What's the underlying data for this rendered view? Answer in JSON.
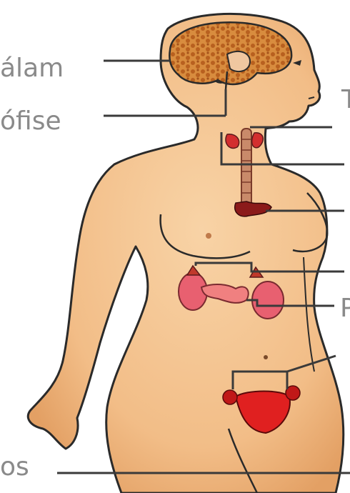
{
  "labels": {
    "hipotalamo": "álam",
    "hipofise": "ófise",
    "ovarios": "os",
    "right_top": "T",
    "right_mid": "P"
  },
  "colors": {
    "skin": "#f2c08c",
    "skin_shadow": "#e5a76c",
    "outline": "#2a2a2a",
    "brain": "#c8722a",
    "gland_pink": "#e86070",
    "gland_red": "#d32f2f",
    "label_text": "#8a8a8a",
    "leader_line": "#3a3a3a"
  }
}
